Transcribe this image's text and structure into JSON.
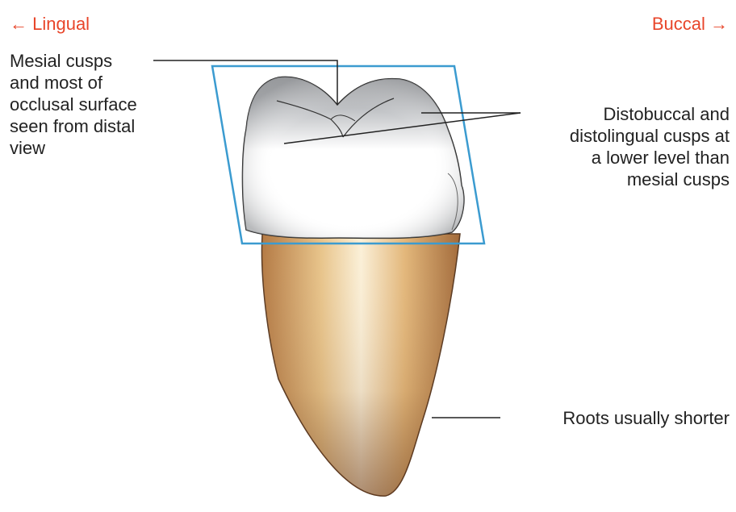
{
  "directions": {
    "left": "← Lingual",
    "right": "Buccal →"
  },
  "labels": {
    "mesial": [
      "Mesial cusps",
      "and most of",
      "occlusal surface",
      "seen from distal",
      "view"
    ],
    "distal": [
      "Distobuccal and",
      "distolingual cusps at",
      "a lower level than",
      "mesial cusps"
    ],
    "roots": "Roots usually shorter"
  },
  "colors": {
    "direction": "#e8452a",
    "frame": "#3b9bd0",
    "text": "#222222"
  }
}
